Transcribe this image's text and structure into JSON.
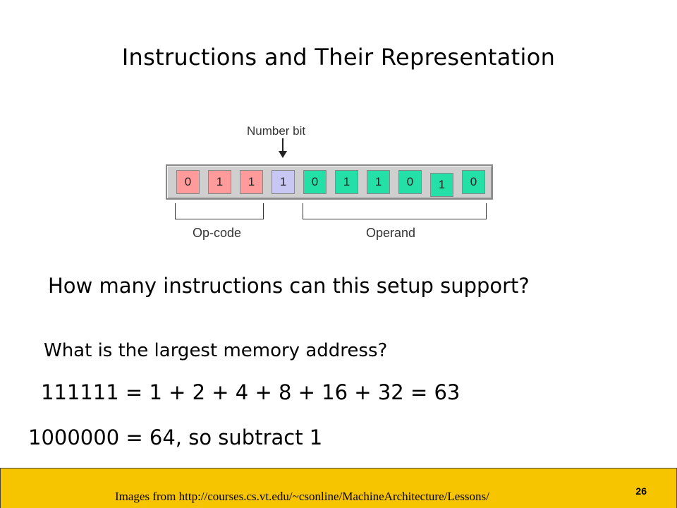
{
  "slide": {
    "title": "Instructions and Their Representation",
    "question": "How many instructions can this setup support?",
    "question2": "What is the largest memory address?",
    "equation": "111111 = 1 + 2 + 4 + 8 + 16 + 32 = 63",
    "note": "1000000 = 64, so subtract 1"
  },
  "diagram": {
    "pointer_label": "Number bit",
    "bits": [
      {
        "value": "0",
        "group": "op-code"
      },
      {
        "value": "1",
        "group": "op-code"
      },
      {
        "value": "1",
        "group": "op-code"
      },
      {
        "value": "1",
        "group": "number-bit"
      },
      {
        "value": "0",
        "group": "operand"
      },
      {
        "value": "1",
        "group": "operand"
      },
      {
        "value": "1",
        "group": "operand"
      },
      {
        "value": "0",
        "group": "operand"
      },
      {
        "value": "1",
        "group": "operand"
      },
      {
        "value": "0",
        "group": "operand"
      }
    ],
    "opcode_label": "Op-code",
    "operand_label": "Operand",
    "colors": {
      "op-code": "#ff9b9b",
      "number-bit": "#c8c6f2",
      "operand": "#24e0a6"
    }
  },
  "footer": {
    "credit": "Images from http://courses.cs.vt.edu/~csonline/MachineArchitecture/Lessons/",
    "page_number": "26",
    "background": "#f7c400"
  }
}
